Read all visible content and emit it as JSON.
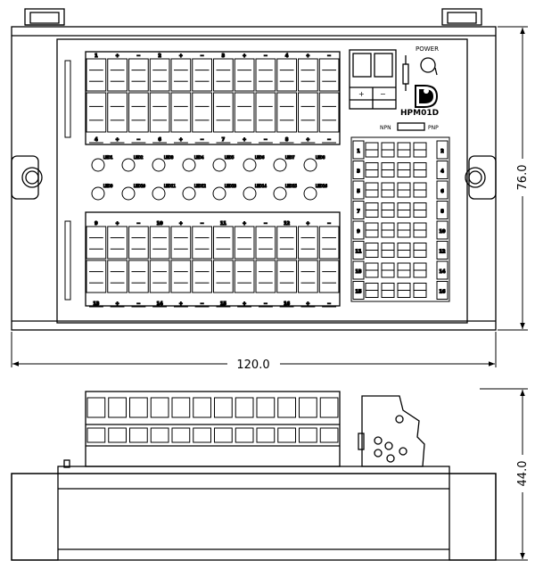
{
  "dimensions": {
    "width": "120.0",
    "height": "76.0",
    "depth": "44.0"
  },
  "model": "HPM01D",
  "power_label": "POWER",
  "npn_label": "NPN",
  "pnp_label": "PNP",
  "supply_terminal": {
    "plus": "+",
    "minus": "−"
  },
  "top_row_headers": [
    "1",
    "+",
    "−",
    "2",
    "+",
    "−",
    "3",
    "+",
    "−",
    "4",
    "+",
    "−"
  ],
  "upper_row_headers": [
    "4",
    "+",
    "−",
    "6",
    "+",
    "−",
    "7",
    "+",
    "−",
    "8",
    "+",
    "−"
  ],
  "mid_row_headers": [
    "9",
    "+",
    "−",
    "10",
    "+",
    "−",
    "11",
    "+",
    "−",
    "12",
    "+",
    "−"
  ],
  "bottom_row_headers": [
    "13",
    "+",
    "−",
    "14",
    "+",
    "−",
    "15",
    "+",
    "−",
    "16",
    "+",
    "−"
  ],
  "led_labels_top": [
    "LED1",
    "LED2",
    "LED3",
    "LED4",
    "LED5",
    "LED6",
    "LED7",
    "LED8"
  ],
  "led_labels_bottom": [
    "LED9",
    "LED10",
    "LED11",
    "LED12",
    "LED13",
    "LED14",
    "LED15",
    "LED16"
  ],
  "right_left_numbers": [
    "1",
    "3",
    "5",
    "7",
    "9",
    "11",
    "13",
    "15"
  ],
  "right_right_numbers": [
    "2",
    "4",
    "6",
    "8",
    "10",
    "12",
    "14",
    "16"
  ]
}
